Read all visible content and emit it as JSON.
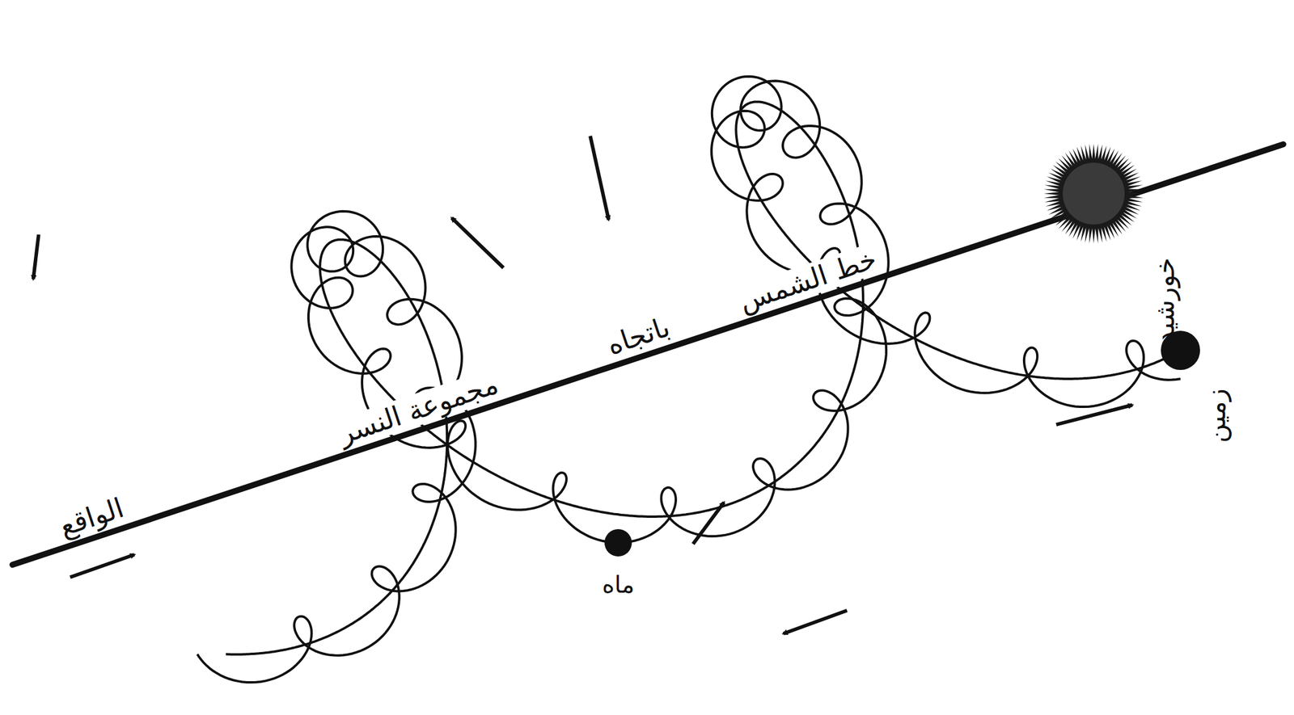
{
  "diagram": {
    "nodes": [
      {
        "text": [
          "خورشید"
        ]
      },
      {
        "text": [
          "زمین"
        ]
      },
      {
        "text": [
          "ماه"
        ]
      }
    ],
    "labels": [
      "خط الشمس",
      "باتجاه",
      "مجموعة النسر",
      "الواقع"
    ]
  }
}
